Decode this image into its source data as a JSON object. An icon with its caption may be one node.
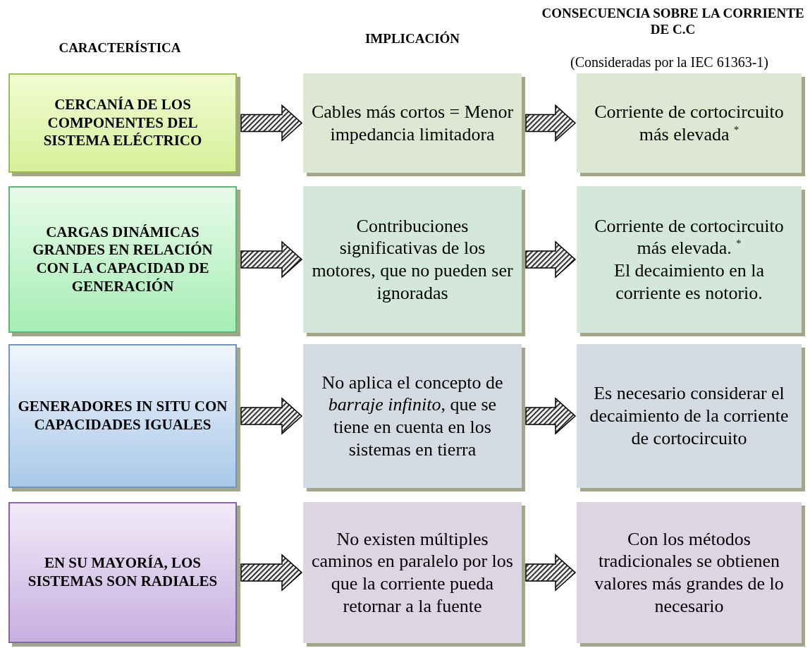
{
  "diagram": {
    "nodes": [
      {
        "text": [
          "CERCANÍA DE LOS COMPONENTES DEL SISTEMA ELÉCTRICO"
        ]
      },
      {
        "text": [
          "Cables más cortos = Menor impedancia limitadora"
        ]
      },
      {
        "text": [
          "Corriente de cortocircuito más elevada $^{*}$"
        ]
      },
      {
        "text": [
          "CARGAS DINÁMICAS GRANDES EN RELACIÓN CON LA CAPACIDAD DE GENERACIÓN"
        ]
      },
      {
        "text": [
          "Contribuciones significativas de los motores, que no pueden ser ignoradas"
        ]
      },
      {
        "text": [
          "Corriente de cortocircuito más elevada. $^{*}$",
          "El decaimiento en la corriente es notorio."
        ]
      },
      {
        "text": [
          "GENERADORES IN SITU CON CAPACIDADES IGUALES"
        ]
      },
      {
        "text": [
          "No aplica el concepto de *barraje infinito*, que se tiene en cuenta en los sistemas en tierra"
        ]
      },
      {
        "text": [
          "Es necesario considerar el decaimiento de la corriente de cortocircuito"
        ]
      },
      {
        "text": [
          "EN SU MAYORÍA, LOS SISTEMAS SON RADIALES"
        ]
      },
      {
        "text": [
          "No existen múltiples caminos en paralelo por los que la corriente pueda retornar a la fuente"
        ]
      },
      {
        "text": [
          "Con los métodos tradicionales se obtienen valores más grandes de lo necesario"
        ]
      }
    ],
    "edges": [
      {
        "from": 0,
        "to": 1,
        "arrow": "to"
      },
      {
        "from": 1,
        "to": 2,
        "arrow": "to"
      },
      {
        "from": 3,
        "to": 4,
        "arrow": "to"
      },
      {
        "from": 4,
        "to": 5,
        "arrow": "to"
      },
      {
        "from": 6,
        "to": 7,
        "arrow": "to"
      },
      {
        "from": 7,
        "to": 8,
        "arrow": "to"
      },
      {
        "from": 9,
        "to": 10,
        "arrow": "to"
      },
      {
        "from": 10,
        "to": 11,
        "arrow": "to"
      }
    ],
    "labels": [
      "CARACTERÍSTICA",
      "IMPLICACIÓN",
      "CONSECUENCIA SOBRE LA CORRIENTE DE C.C",
      "(Consideradas por la IEC 61363-1)"
    ]
  }
}
